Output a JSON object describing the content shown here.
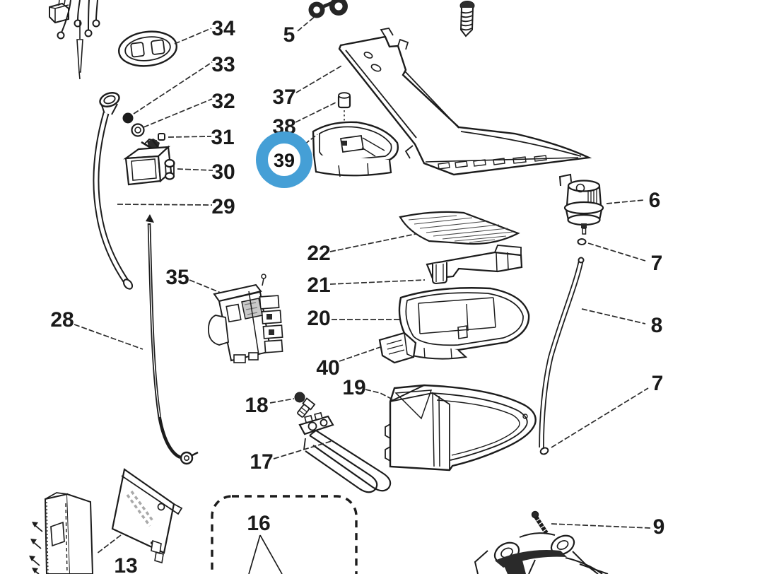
{
  "diagram": {
    "kind": "appliance exploded parts diagram",
    "background": "#ffffff",
    "ink_color": "#1c1c1c",
    "highlight": {
      "part": "39",
      "color": "#459FD6"
    },
    "callouts": {
      "n5": "5",
      "n6": "6",
      "n7_top": "7",
      "n7_bottom": "7",
      "n8": "8",
      "n9": "9",
      "n13": "13",
      "n16": "16",
      "n17": "17",
      "n18": "18",
      "n19": "19",
      "n20": "20",
      "n21": "21",
      "n22": "22",
      "n28": "28",
      "n29": "29",
      "n30": "30",
      "n31": "31",
      "n32": "32",
      "n33": "33",
      "n34": "34",
      "n35": "35",
      "n37": "37",
      "n38": "38",
      "n40": "40"
    }
  }
}
